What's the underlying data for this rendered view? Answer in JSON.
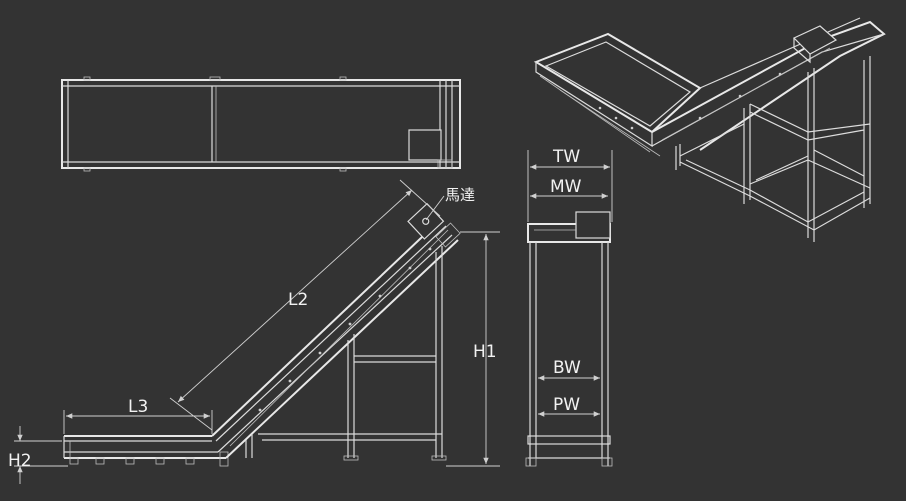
{
  "labels": {
    "motor": "馬達",
    "l2": "L2",
    "l3": "L3",
    "h1": "H1",
    "h2": "H2",
    "tw": "TW",
    "mw": "MW",
    "bw": "BW",
    "pw": "PW"
  },
  "colors": {
    "background": "#333333",
    "line": "#dcdcdc",
    "text": "#f2f2f2"
  }
}
